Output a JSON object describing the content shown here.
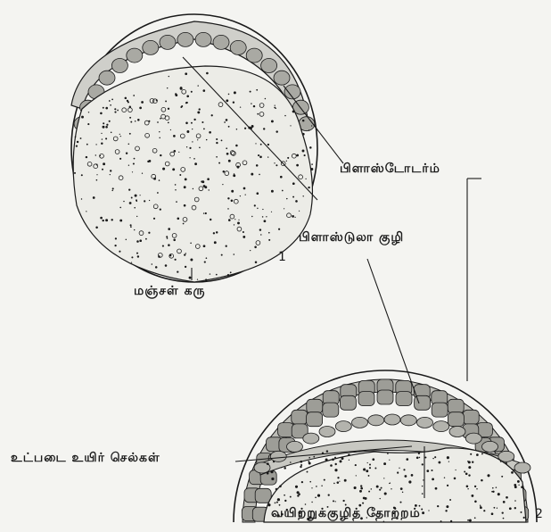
{
  "labels": {
    "blastoderm": "பிளாஸ்டோடர்ம்",
    "blastula_cavity": "பிளாஸ்டுலா குழி",
    "yolk": "மஞ்சள் கரு",
    "endoderm_cells": "உட்படை உயிர் செல்கள்",
    "gut_cavity_origin": "வயிற்றுக்குழித் தோற்றம்"
  },
  "figure_numbers": {
    "fig1": "1",
    "fig2": "2"
  },
  "colors": {
    "ink": "#1a1a1a",
    "paper": "#f4f4f1"
  }
}
